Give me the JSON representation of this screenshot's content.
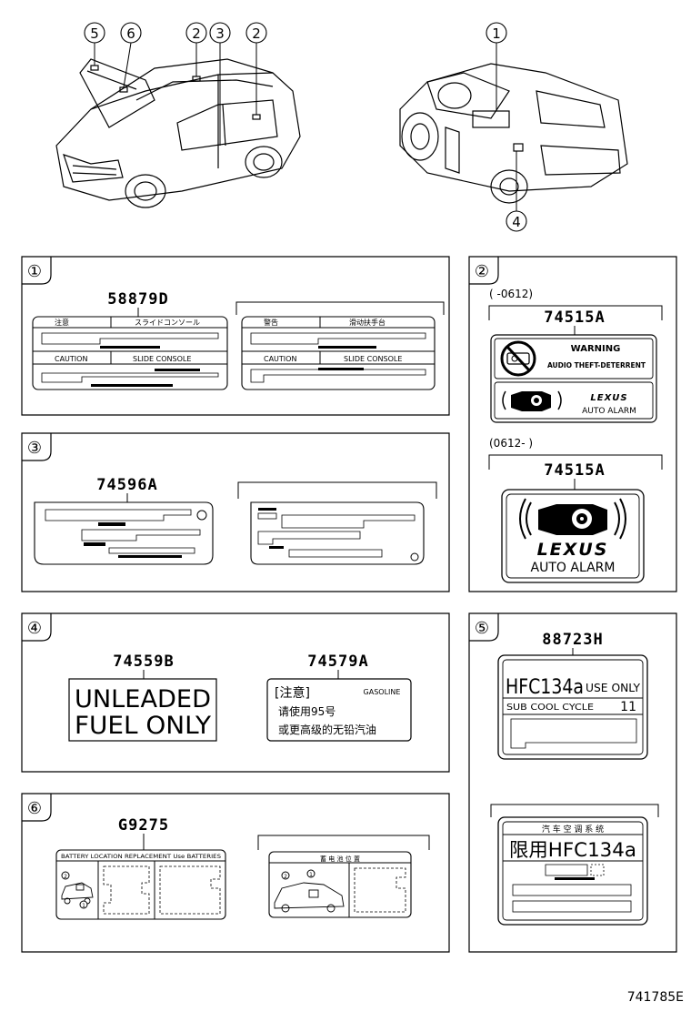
{
  "callouts": {
    "c1": "①",
    "c2": "②",
    "c3": "③",
    "c4": "④",
    "c5": "⑤",
    "c6": "⑥"
  },
  "top_numbers": {
    "left": [
      "5",
      "6",
      "2",
      "3",
      "2"
    ],
    "right": [
      "1",
      "4"
    ]
  },
  "panel1": {
    "part_number": "58879D",
    "label_a": {
      "cell1": "注意",
      "cell2": "スライドコンソール",
      "cell3": "CAUTION",
      "cell4": "SLIDE CONSOLE"
    },
    "label_b": {
      "cell1": "警告",
      "cell2": "滑动扶手台",
      "cell3": "CAUTION",
      "cell4": "SLIDE CONSOLE"
    }
  },
  "panel2": {
    "range_a": "( -0612)",
    "part_number_a": "74515A",
    "warning_title": "WARNING",
    "warning_text": "AUDIO THEFT-DETERRENT",
    "brand": "LEXUS",
    "auto_alarm_small": "AUTO  ALARM",
    "range_b": "(0612-      )",
    "part_number_b": "74515A",
    "auto_alarm_big": "AUTO  ALARM"
  },
  "panel3": {
    "part_number": "74596A"
  },
  "panel4": {
    "part_number_a": "74559B",
    "unleaded_line1": "UNLEADED",
    "unleaded_line2": "FUEL ONLY",
    "part_number_b": "74579A",
    "cn_head": "[注意]",
    "cn_gasoline": "GASOLINE",
    "cn_line1": "请使用95号",
    "cn_line2": "或更高级的无铅汽油"
  },
  "panel5": {
    "part_number": "88723H",
    "hfc_big": "HFC134a",
    "use_only": "USE ONLY",
    "sub_cool": "SUB COOL CYCLE",
    "sub_num": "11",
    "cn_title": "汽 车 空 调 系 统",
    "cn_hfc": "限用HFC134a"
  },
  "panel6": {
    "part_number": "G9275",
    "battery_header": "BATTERY LOCATION  REPLACEMENT Use BATTERIES",
    "cn_header": "蓄 电 池 位 置",
    "marker1": "1",
    "marker2": "2"
  },
  "footer": {
    "code": "741785E"
  }
}
